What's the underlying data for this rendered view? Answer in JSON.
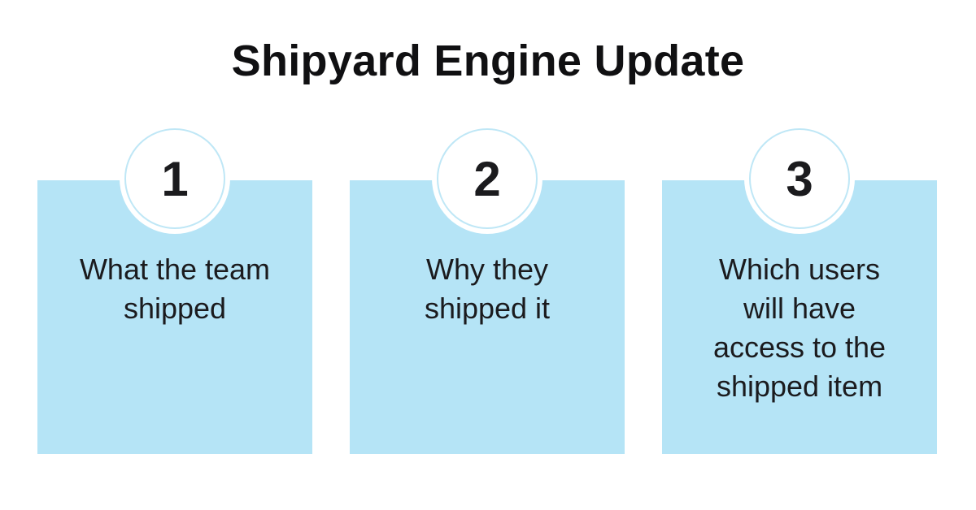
{
  "title": "Shipyard Engine Update",
  "colors": {
    "background": "#ffffff",
    "card_fill": "#b5e4f6",
    "circle_border": "#bfe7f6",
    "circle_fill": "#ffffff",
    "text": "#1b1b1e",
    "title": "#101012"
  },
  "cards": [
    {
      "number": "1",
      "text": "What the team\nshipped"
    },
    {
      "number": "2",
      "text": "Why they\nshipped it"
    },
    {
      "number": "3",
      "text": "Which users\nwill have\naccess to the\nshipped item"
    }
  ]
}
